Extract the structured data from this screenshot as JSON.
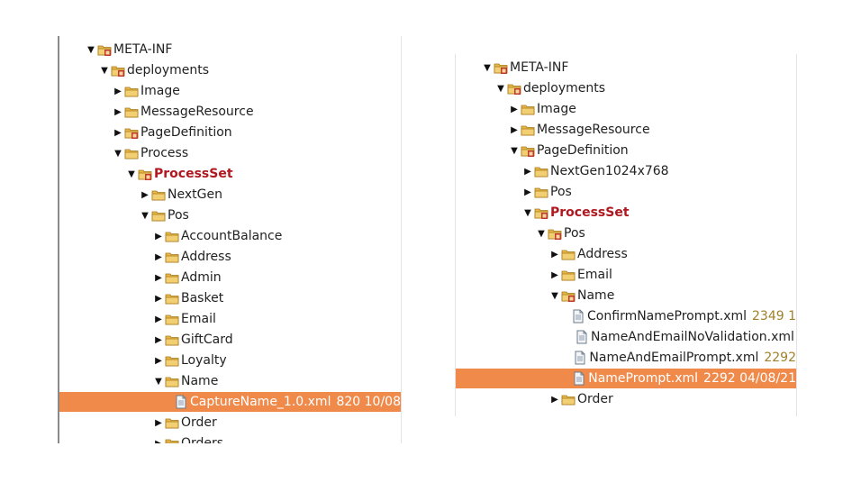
{
  "left_tree": [
    {
      "level": 0,
      "label": "META-INF",
      "expanded": true,
      "icon": "pkg-folder-icon"
    },
    {
      "level": 1,
      "label": "deployments",
      "expanded": true,
      "icon": "pkg-folder-icon"
    },
    {
      "level": 2,
      "label": "Image",
      "expanded": false,
      "icon": "folder-icon"
    },
    {
      "level": 2,
      "label": "MessageResource",
      "expanded": false,
      "icon": "folder-icon"
    },
    {
      "level": 2,
      "label": "PageDefinition",
      "expanded": false,
      "icon": "pkg-folder-icon"
    },
    {
      "level": 2,
      "label": "Process",
      "expanded": true,
      "icon": "folder-icon"
    },
    {
      "level": 3,
      "label": "ProcessSet",
      "expanded": true,
      "icon": "pkg-folder-icon",
      "highlight": true
    },
    {
      "level": 4,
      "label": "NextGen",
      "expanded": false,
      "icon": "folder-icon"
    },
    {
      "level": 4,
      "label": "Pos",
      "expanded": true,
      "icon": "folder-icon"
    },
    {
      "level": 5,
      "label": "AccountBalance",
      "expanded": false,
      "icon": "folder-icon"
    },
    {
      "level": 5,
      "label": "Address",
      "expanded": false,
      "icon": "folder-icon"
    },
    {
      "level": 5,
      "label": "Admin",
      "expanded": false,
      "icon": "folder-icon"
    },
    {
      "level": 5,
      "label": "Basket",
      "expanded": false,
      "icon": "folder-icon"
    },
    {
      "level": 5,
      "label": "Email",
      "expanded": false,
      "icon": "folder-icon"
    },
    {
      "level": 5,
      "label": "GiftCard",
      "expanded": false,
      "icon": "folder-icon"
    },
    {
      "level": 5,
      "label": "Loyalty",
      "expanded": false,
      "icon": "folder-icon"
    },
    {
      "level": 5,
      "label": "Name",
      "expanded": true,
      "icon": "folder-icon"
    },
    {
      "level": 6,
      "label": "CaptureName_1.0.xml",
      "meta": "820  10/08",
      "leaf": true,
      "icon": "xml-file-icon",
      "selected": true
    },
    {
      "level": 5,
      "label": "Order",
      "expanded": false,
      "icon": "folder-icon"
    },
    {
      "level": 5,
      "label": "Orders",
      "expanded": false,
      "icon": "folder-icon"
    }
  ],
  "right_tree": [
    {
      "level": 0,
      "label": "META-INF",
      "expanded": true,
      "icon": "pkg-folder-icon"
    },
    {
      "level": 1,
      "label": "deployments",
      "expanded": true,
      "icon": "pkg-folder-icon"
    },
    {
      "level": 2,
      "label": "Image",
      "expanded": false,
      "icon": "folder-icon"
    },
    {
      "level": 2,
      "label": "MessageResource",
      "expanded": false,
      "icon": "folder-icon"
    },
    {
      "level": 2,
      "label": "PageDefinition",
      "expanded": true,
      "icon": "pkg-folder-icon"
    },
    {
      "level": 3,
      "label": "NextGen1024x768",
      "expanded": false,
      "icon": "folder-icon"
    },
    {
      "level": 3,
      "label": "Pos",
      "expanded": false,
      "icon": "folder-icon"
    },
    {
      "level": 3,
      "label": "ProcessSet",
      "expanded": true,
      "icon": "pkg-folder-icon",
      "highlight": true
    },
    {
      "level": 4,
      "label": "Pos",
      "expanded": true,
      "icon": "pkg-folder-icon"
    },
    {
      "level": 5,
      "label": "Address",
      "expanded": false,
      "icon": "folder-icon"
    },
    {
      "level": 5,
      "label": "Email",
      "expanded": false,
      "icon": "folder-icon"
    },
    {
      "level": 5,
      "label": "Name",
      "expanded": true,
      "icon": "pkg-folder-icon"
    },
    {
      "level": 6,
      "label": "ConfirmNamePrompt.xml",
      "meta": "2349  1",
      "leaf": true,
      "icon": "xml-file-icon"
    },
    {
      "level": 6,
      "label": "NameAndEmailNoValidation.xml",
      "meta": "",
      "leaf": true,
      "icon": "xml-file-icon"
    },
    {
      "level": 6,
      "label": "NameAndEmailPrompt.xml",
      "meta": "2292",
      "leaf": true,
      "icon": "xml-file-icon"
    },
    {
      "level": 6,
      "label": "NamePrompt.xml",
      "meta": "2292  04/08/21",
      "leaf": true,
      "icon": "xml-file-icon",
      "selected": true
    },
    {
      "level": 5,
      "label": "Order",
      "expanded": false,
      "icon": "folder-icon"
    }
  ],
  "colors": {
    "selection": "#f08a4b",
    "highlight_text": "#b0171f",
    "meta_text": "#a0802a",
    "folder": "#e8b84a"
  }
}
